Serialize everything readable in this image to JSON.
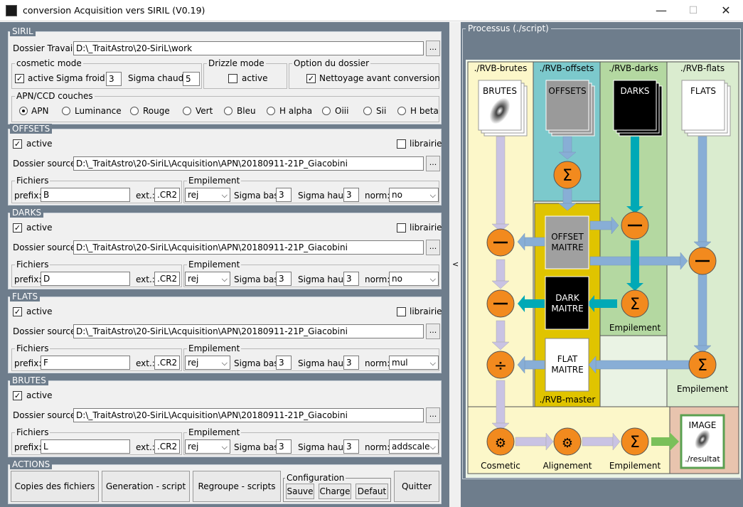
{
  "window": {
    "title": "conversion Acquisition vers SIRIL (V0.19)",
    "minimize": "—",
    "maximize": "☐",
    "close": "✕"
  },
  "siril": {
    "header": "SIRIL",
    "dossier_label": "Dossier Travail :",
    "dossier_value": "D:\\_TraitAstro\\20-SiriL\\work",
    "browse": "...",
    "cosmetic_title": "cosmetic mode",
    "cosmetic_active": "active",
    "sigma_froid_label": "Sigma froid:",
    "sigma_froid": "3",
    "sigma_chaud_label": "Sigma chaud:",
    "sigma_chaud": "5",
    "drizzle_title": "Drizzle mode",
    "drizzle_active": "active",
    "option_title": "Option du dossier",
    "nettoyage": "Nettoyage avant conversion",
    "couches_title": "APN/CCD couches",
    "couches": [
      "APN",
      "Luminance",
      "Rouge",
      "Vert",
      "Bleu",
      "H alpha",
      "Oiii",
      "Sii",
      "H beta"
    ]
  },
  "offsets": {
    "header": "OFFSETS",
    "active": "active",
    "librairie": "librairie",
    "source_label": "Dossier source :",
    "source": "D:\\_TraitAstro\\20-SiriL\\Acquisition\\APN\\20180911-21P_Giacobini",
    "fichiers": "Fichiers",
    "prefix_label": "prefix:",
    "prefix": "B",
    "ext_label": "ext.:",
    "ext": ".CR2",
    "empilement": "Empilement",
    "method": "rej",
    "sigma_bas_label": "Sigma bas",
    "sigma_bas": "3",
    "sigma_haut_label": "Sigma haut",
    "sigma_haut": "3",
    "norm_label": "norm:",
    "norm": "no"
  },
  "darks": {
    "header": "DARKS",
    "active": "active",
    "librairie": "librairie",
    "source_label": "Dossier source :",
    "source": "D:\\_TraitAstro\\20-SiriL\\Acquisition\\APN\\20180911-21P_Giacobini",
    "fichiers": "Fichiers",
    "prefix_label": "prefix:",
    "prefix": "D",
    "ext_label": "ext.:",
    "ext": ".CR2",
    "empilement": "Empilement",
    "method": "rej",
    "sigma_bas_label": "Sigma bas",
    "sigma_bas": "3",
    "sigma_haut_label": "Sigma haut",
    "sigma_haut": "3",
    "norm_label": "norm:",
    "norm": "no"
  },
  "flats": {
    "header": "FLATS",
    "active": "active",
    "librairie": "librairie",
    "source_label": "Dossier source :",
    "source": "D:\\_TraitAstro\\20-SiriL\\Acquisition\\APN\\20180911-21P_Giacobini",
    "fichiers": "Fichiers",
    "prefix_label": "prefix:",
    "prefix": "F",
    "ext_label": "ext.:",
    "ext": ".CR2",
    "empilement": "Empilement",
    "method": "rej",
    "sigma_bas_label": "Sigma bas",
    "sigma_bas": "3",
    "sigma_haut_label": "Sigma haut",
    "sigma_haut": "3",
    "norm_label": "norm:",
    "norm": "mul"
  },
  "brutes": {
    "header": "BRUTES",
    "active": "active",
    "source_label": "Dossier source :",
    "source": "D:\\_TraitAstro\\20-SiriL\\Acquisition\\APN\\20180911-21P_Giacobini",
    "fichiers": "Fichiers",
    "prefix_label": "prefix:",
    "prefix": "L",
    "ext_label": "ext.:",
    "ext": ".CR2",
    "empilement": "Empilement",
    "method": "rej",
    "sigma_bas_label": "Sigma bas",
    "sigma_bas": "3",
    "sigma_haut_label": "Sigma haut",
    "sigma_haut": "3",
    "norm_label": "norm:",
    "norm": "addscale"
  },
  "actions": {
    "header": "ACTIONS",
    "copies": "Copies des fichiers",
    "generation": "Generation - script",
    "regroupe": "Regroupe - scripts",
    "config_title": "Configuration",
    "sauve": "Sauve",
    "charge": "Charge",
    "defaut": "Defaut",
    "quitter": "Quitter"
  },
  "splitter": "<",
  "process": {
    "header": "Processus (./script)",
    "dir_brutes": "./RVB-brutes",
    "dir_offsets": "./RVB-offsets",
    "dir_darks": "./RVB-darks",
    "dir_flats": "./RVB-flats",
    "dir_master": "./RVB-master",
    "brutes": "BRUTES",
    "offsets": "OFFSETS",
    "darks": "DARKS",
    "flats": "FLATS",
    "offset_maitre_1": "OFFSET",
    "offset_maitre_2": "MAITRE",
    "dark_maitre_1": "DARK",
    "dark_maitre_2": "MAITRE",
    "flat_maitre_1": "FLAT",
    "flat_maitre_2": "MAITRE",
    "empilement": "Empilement",
    "cosmetic": "Cosmetic",
    "alignement": "Alignement",
    "image": "IMAGE",
    "resultat": "./resultat",
    "colors": {
      "brutes_bg": "#fcf7c9",
      "offsets_bg": "#7cc9cc",
      "darks_bg": "#b4d8a1",
      "flats_bg": "#daeccf",
      "master_bg": "#e0c400",
      "image_bg": "#e8c4ae",
      "orange": "#f28a1e",
      "lavender": "#c9c3e3",
      "blue": "#88aed6",
      "teal": "#00a9b6",
      "green": "#7ac05a"
    }
  }
}
